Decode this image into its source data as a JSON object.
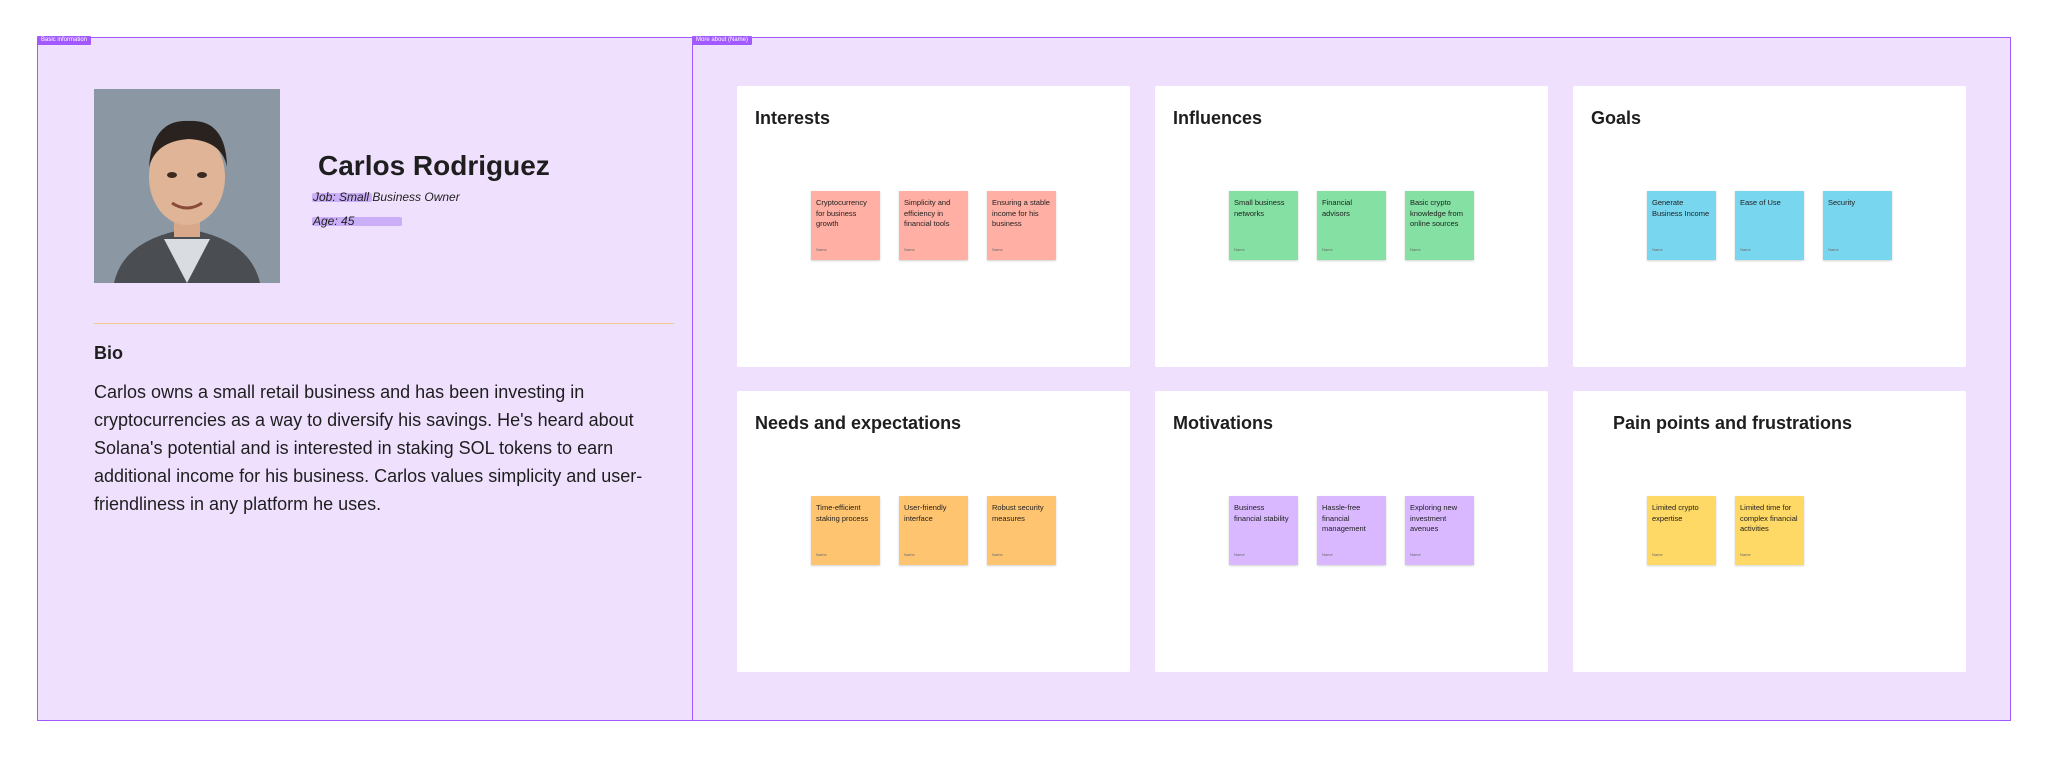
{
  "colors": {
    "frame_bg": "#efe1fe",
    "frame_border": "#a259ff",
    "sticky_red": "#ffafa3",
    "sticky_green": "#85e0a3",
    "sticky_blue": "#80caff",
    "sticky_orange": "#ffc470",
    "sticky_violet": "#d9b8ff",
    "sticky_yellow": "#ffd966"
  },
  "basic": {
    "tag": "Basic information",
    "photo_icon": "portrait-photo",
    "name": "Carlos Rodriguez",
    "job": "Job: Small Business Owner",
    "age": "Age: 45",
    "bio_heading": "Bio",
    "bio_text": "Carlos owns a small retail business and has been investing in cryptocurrencies as a way to diversify his savings. He's heard about Solana's potential and is interested in staking SOL tokens to earn additional income for his business. Carlos values simplicity and user-friendliness in any platform he uses."
  },
  "more": {
    "tag": "More about (Name)",
    "cards": [
      {
        "title": "Interests",
        "color": "#ffafa3",
        "notes": [
          {
            "text": "Cryptocurrency for business growth",
            "author": "Name"
          },
          {
            "text": "Simplicity and efficiency in financial tools",
            "author": "Name"
          },
          {
            "text": "Ensuring a stable income for his business",
            "author": "Name"
          }
        ]
      },
      {
        "title": "Influences",
        "color": "#85e0a3",
        "notes": [
          {
            "text": "Small business networks",
            "author": "Name"
          },
          {
            "text": "Financial advisors",
            "author": "Name"
          },
          {
            "text": "Basic crypto knowledge from online sources",
            "author": "Name"
          }
        ]
      },
      {
        "title": "Goals",
        "color": "#80caff",
        "notes": [
          {
            "text": "Generate Business Income",
            "author": "Name"
          },
          {
            "text": "Ease of Use",
            "author": "Name"
          },
          {
            "text": "Security",
            "author": "Name"
          }
        ]
      },
      {
        "title": "Needs and expectations",
        "color": "#ffc470",
        "notes": [
          {
            "text": "Time-efficient staking process",
            "author": "Name"
          },
          {
            "text": "User-friendly interface",
            "author": "Name"
          },
          {
            "text": "Robust security measures",
            "author": "Name"
          }
        ]
      },
      {
        "title": "Motivations",
        "color": "#d9b8ff",
        "notes": [
          {
            "text": "Business financial stability",
            "author": "Name"
          },
          {
            "text": "Hassle-free financial management",
            "author": "Name"
          },
          {
            "text": "Exploring new investment avenues",
            "author": "Name"
          }
        ]
      },
      {
        "title": "Pain points and frustrations",
        "color": "#ffd966",
        "notes": [
          {
            "text": "Limited crypto expertise",
            "author": "Name"
          },
          {
            "text": "Limited time for complex financial activities",
            "author": "Name"
          }
        ]
      }
    ]
  }
}
